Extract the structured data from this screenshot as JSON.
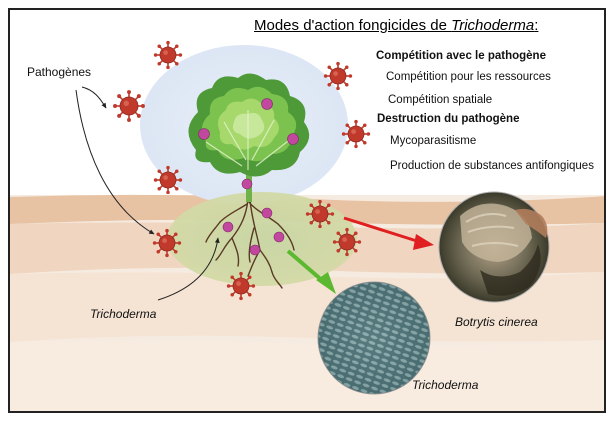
{
  "title": {
    "prefix": "Modes d'action fongicides de ",
    "italic": "Trichoderma",
    "suffix": ":"
  },
  "modes": {
    "competition": {
      "heading": "Compétition avec le pathogène",
      "items": [
        "Compétition pour les ressources",
        "Compétition spatiale"
      ]
    },
    "destruction": {
      "heading": "Destruction du pathogène",
      "items": [
        "Mycoparasitisme",
        "Production de substances antifongiques"
      ]
    }
  },
  "labels": {
    "pathogens": "Pathogènes",
    "trichoderma_soil": "Trichoderma",
    "botrytis": "Botrytis cinerea",
    "trichoderma_spores": "Trichoderma"
  },
  "colors": {
    "pathogen": "#c0392b",
    "trichoderma_dot": "#c2479f",
    "red_arrow": "#e02020",
    "green_arrow": "#5cb82e",
    "soil_top": "#e9c6a8",
    "leaf_halo": "#dfe8f5"
  }
}
